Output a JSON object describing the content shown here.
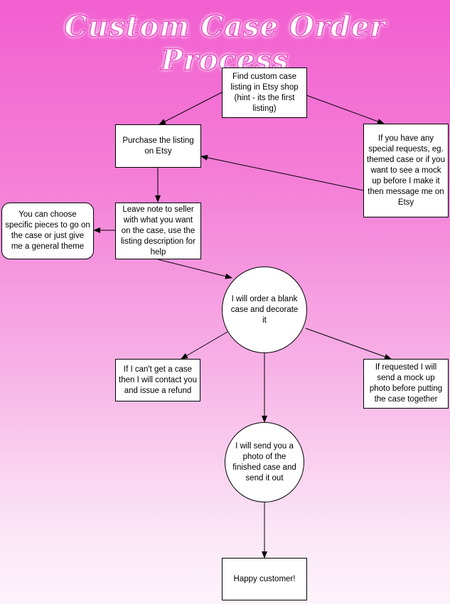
{
  "title": "Custom Case Order Process",
  "nodes": {
    "find_listing": "Find custom case listing in Etsy shop (hint - its the first listing)",
    "purchase": "Purchase the listing on Etsy",
    "special_requests": "If you have any special requests, eg. themed case or if you want to see a mock up before I make it then message me on Etsy",
    "leave_note": "Leave note to seller with what you want on the case, use the listing description for help",
    "choose_pieces": "You can choose specific pieces to go on the case or just give me a general theme",
    "order_blank": "I will order a blank case and decorate it",
    "cant_get": "If I can't get a case then I will contact you and issue a refund",
    "mock_up": "If requested I will send a mock up photo before putting the case together",
    "send_photo": "I will send you a photo of the finished case and send it out",
    "happy": "Happy customer!"
  },
  "colors": {
    "background_top": "#f25fd0",
    "background_bottom": "#fdf3fb",
    "title_outline": "#e94bc3"
  }
}
